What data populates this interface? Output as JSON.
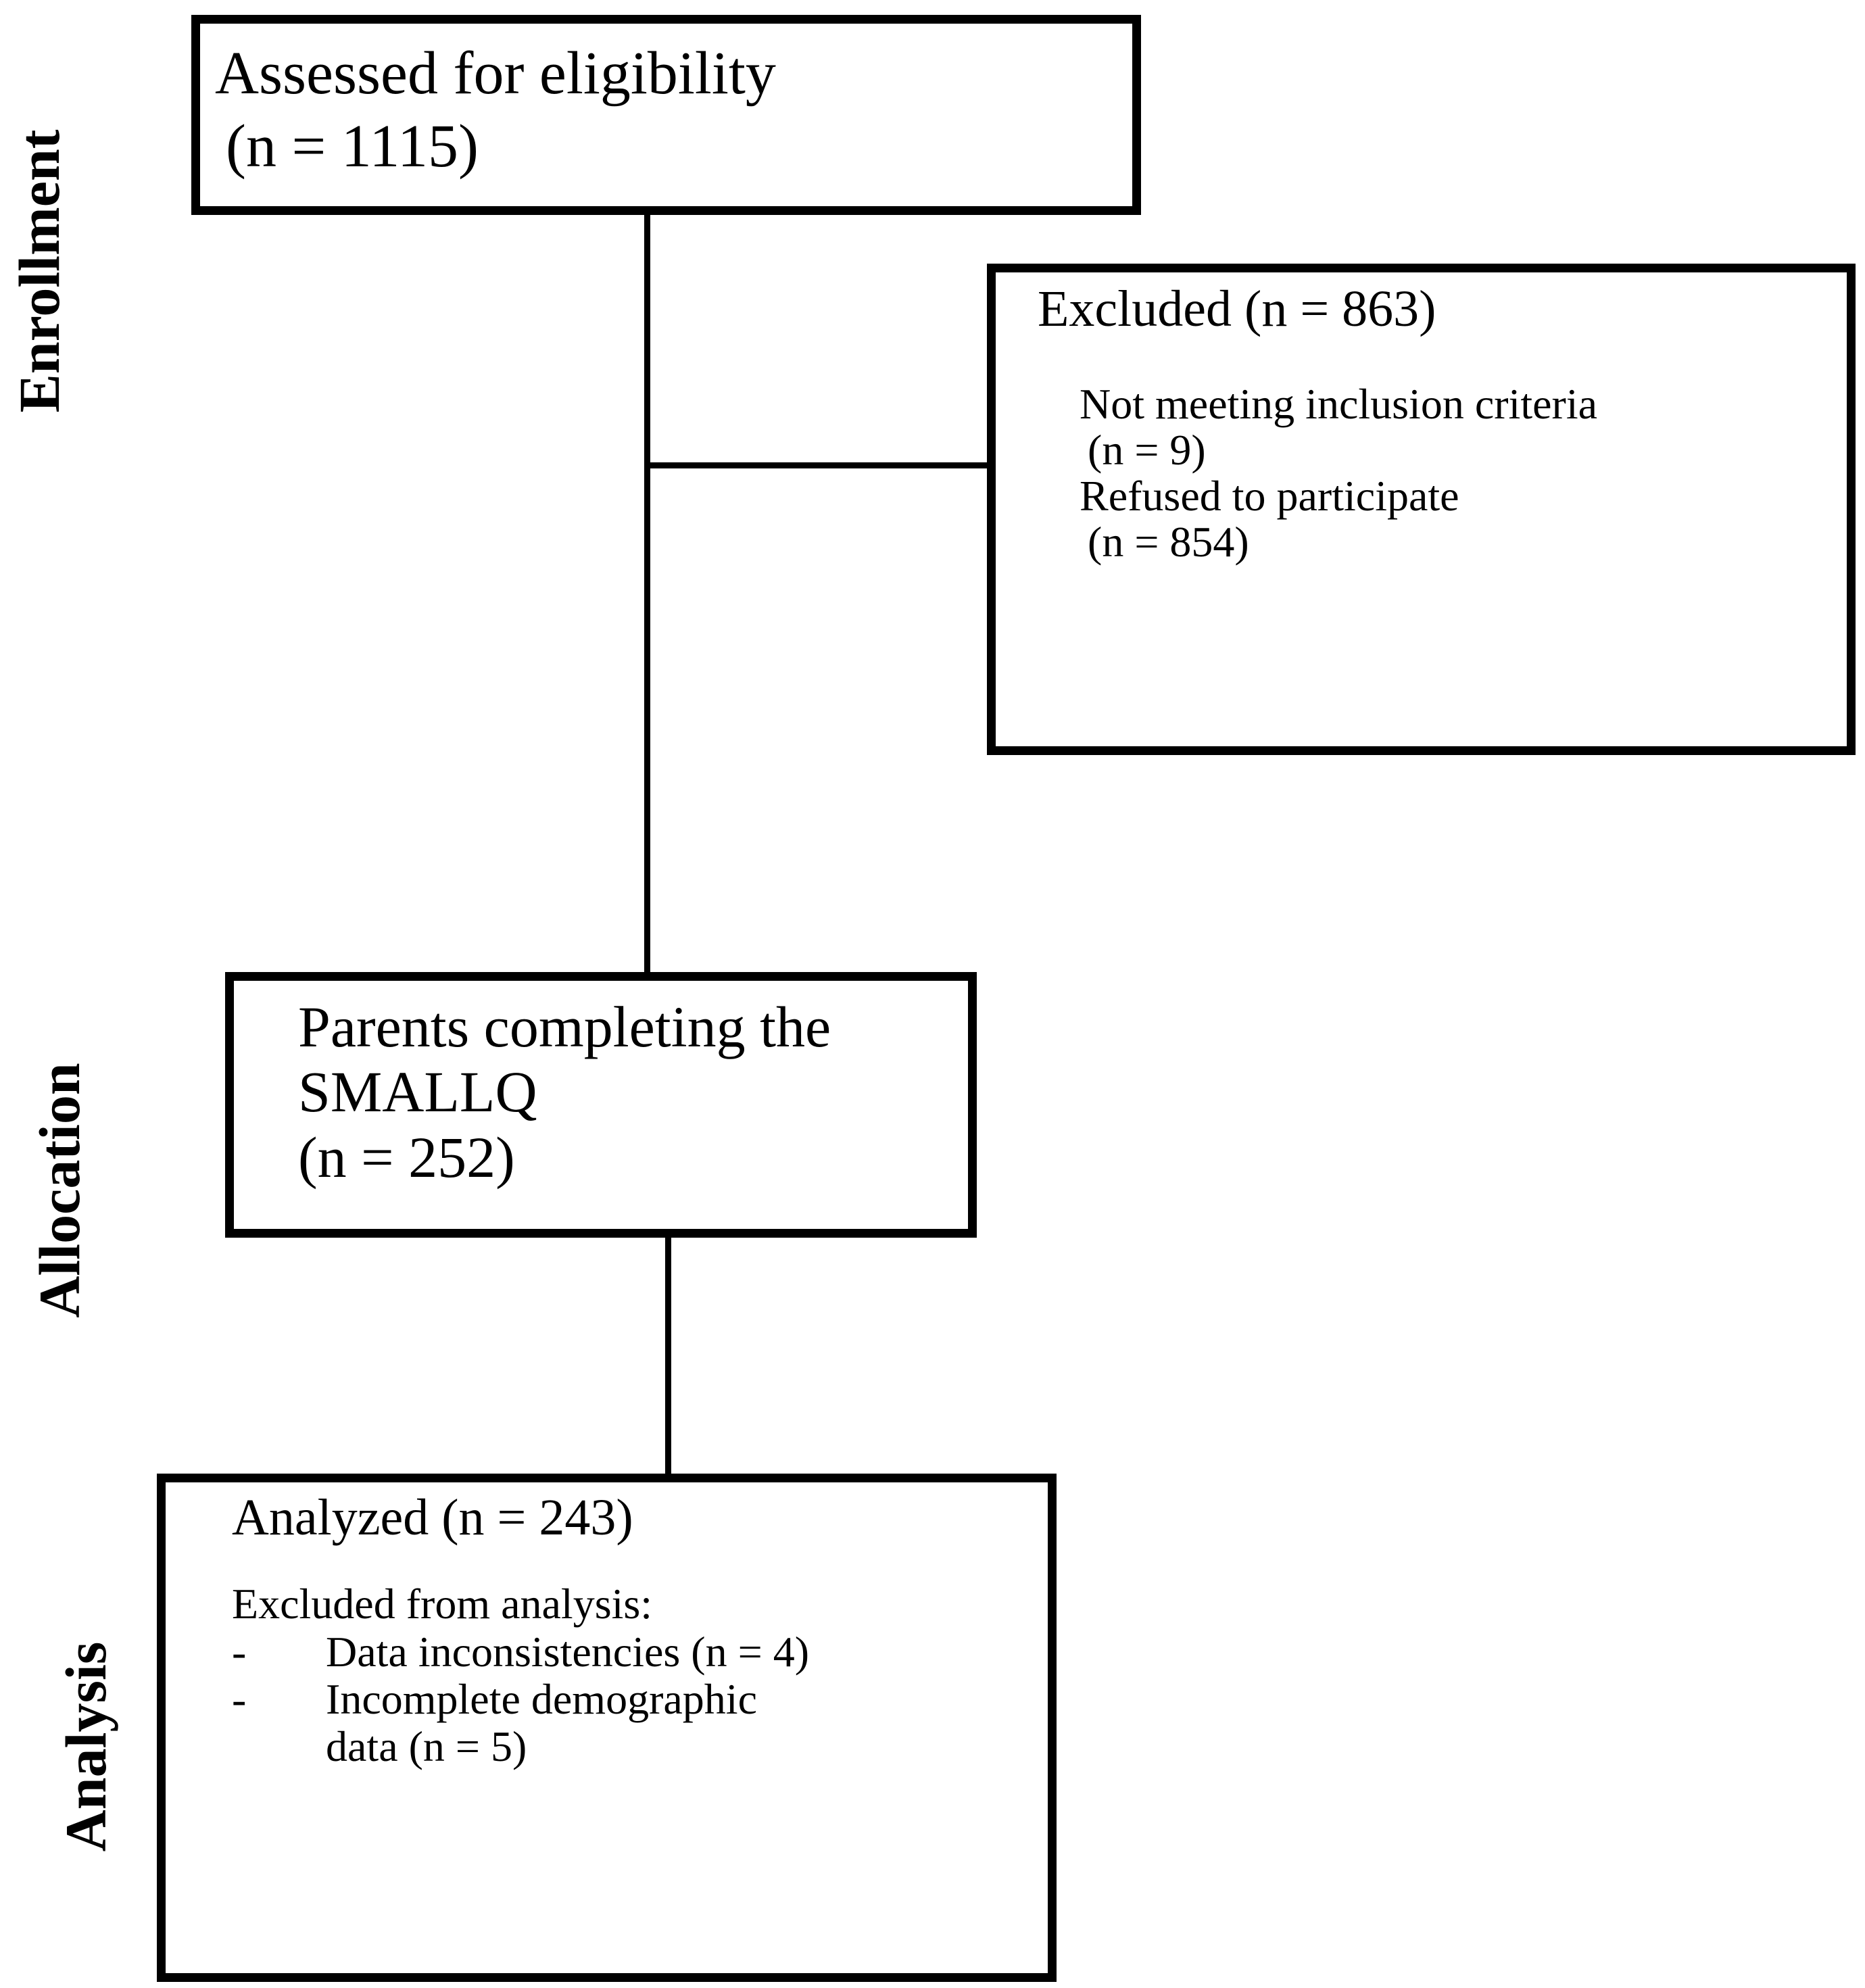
{
  "stages": {
    "enrollment": "Enrollment",
    "allocation": "Allocation",
    "analysis": "Analysis"
  },
  "boxes": {
    "eligibility": {
      "lines": [
        "Assessed for eligibility",
        "(n = 1115)"
      ]
    },
    "excluded": {
      "heading": "Excluded (n = 863)",
      "details": [
        "Not meeting inclusion criteria",
        "(n = 9)",
        "Refused to participate",
        "(n = 854)"
      ]
    },
    "completed": {
      "lines": [
        "Parents completing the",
        "SMALLQ",
        "(n = 252)"
      ]
    },
    "analyzed": {
      "heading": "Analyzed (n = 243)",
      "subheading": "Excluded from analysis:",
      "bullets": [
        {
          "marker": "-",
          "text": "Data inconsistencies (n = 4)"
        },
        {
          "marker": "-",
          "text": "Incomplete demographic data (n = 5)"
        }
      ]
    }
  },
  "colors": {
    "background": "#ffffff",
    "text": "#000000",
    "line": "#000000"
  }
}
